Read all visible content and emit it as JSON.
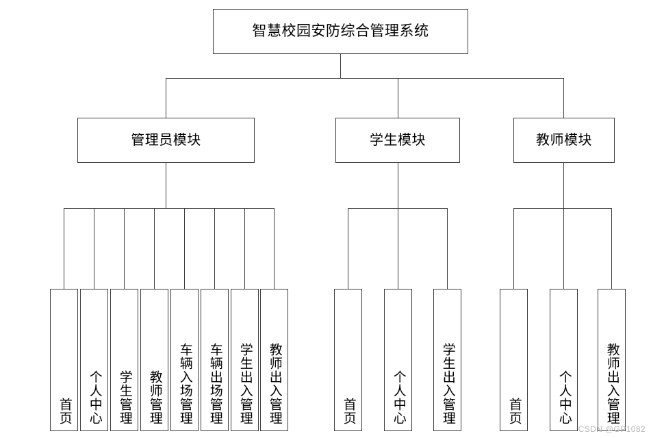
{
  "diagram": {
    "type": "tree",
    "title": "智慧校园安防综合管理系统",
    "root": {
      "label": "智慧校园安防综合管理系统"
    },
    "modules": [
      {
        "label": "管理员模块",
        "leaves": [
          {
            "label": "首页"
          },
          {
            "label": "个人中心"
          },
          {
            "label": "学生管理"
          },
          {
            "label": "教师管理"
          },
          {
            "label": "车辆入场管理"
          },
          {
            "label": "车辆出场管理"
          },
          {
            "label": "学生出入管理"
          },
          {
            "label": "教师出入管理"
          }
        ]
      },
      {
        "label": "学生模块",
        "leaves": [
          {
            "label": "首页"
          },
          {
            "label": "个人中心"
          },
          {
            "label": "学生出入管理"
          }
        ]
      },
      {
        "label": "教师模块",
        "leaves": [
          {
            "label": "首页"
          },
          {
            "label": "个人中心"
          },
          {
            "label": "教师出入管理"
          }
        ]
      }
    ]
  },
  "watermark": {
    "text": "CSDN @GP1082"
  },
  "colors": {
    "stroke": "#3c3c3c",
    "background": "#ffffff",
    "text": "#000000",
    "watermark": "#b9b9b9"
  }
}
